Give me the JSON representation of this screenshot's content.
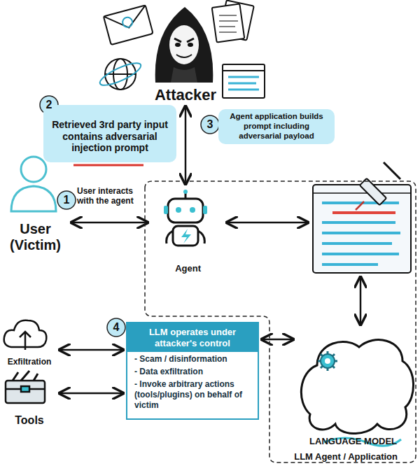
{
  "diagram": {
    "nodes": [
      {
        "text": [
          "Attacker"
        ]
      },
      {
        "text": [
          "Retrieved 3rd party input contains adversarial injection prompt"
        ]
      },
      {
        "text": [
          "Agent application builds prompt including adversarial payload"
        ]
      },
      {
        "text": [
          "User (Victim)"
        ]
      },
      {
        "text": [
          "LLM Agent / Application"
        ]
      },
      {
        "text": [
          "Agent"
        ],
        "in": 4
      },
      {
        "text": [
          "LANGUAGE MODEL"
        ],
        "in": 4
      },
      {
        "text": [
          "LLM operates under attacker's control",
          "- Scam / disinformation",
          "- Data exfiltration",
          "- Invoke arbitrary actions (tools/plugins) on behalf of victim"
        ]
      },
      {
        "text": [
          "Exfiltration"
        ]
      },
      {
        "text": [
          "Tools"
        ]
      }
    ],
    "edges": [
      {
        "from": 3,
        "to": 5,
        "arrow": "both"
      },
      {
        "from": 0,
        "to": 5,
        "arrow": "both"
      },
      {
        "from": 7,
        "to": 6,
        "arrow": "both"
      },
      {
        "from": 7,
        "to": 8,
        "arrow": "both"
      },
      {
        "from": 7,
        "to": 9,
        "arrow": "both"
      }
    ],
    "labels": [
      "2",
      "3",
      "1",
      "User interacts with the agent",
      "4"
    ]
  }
}
